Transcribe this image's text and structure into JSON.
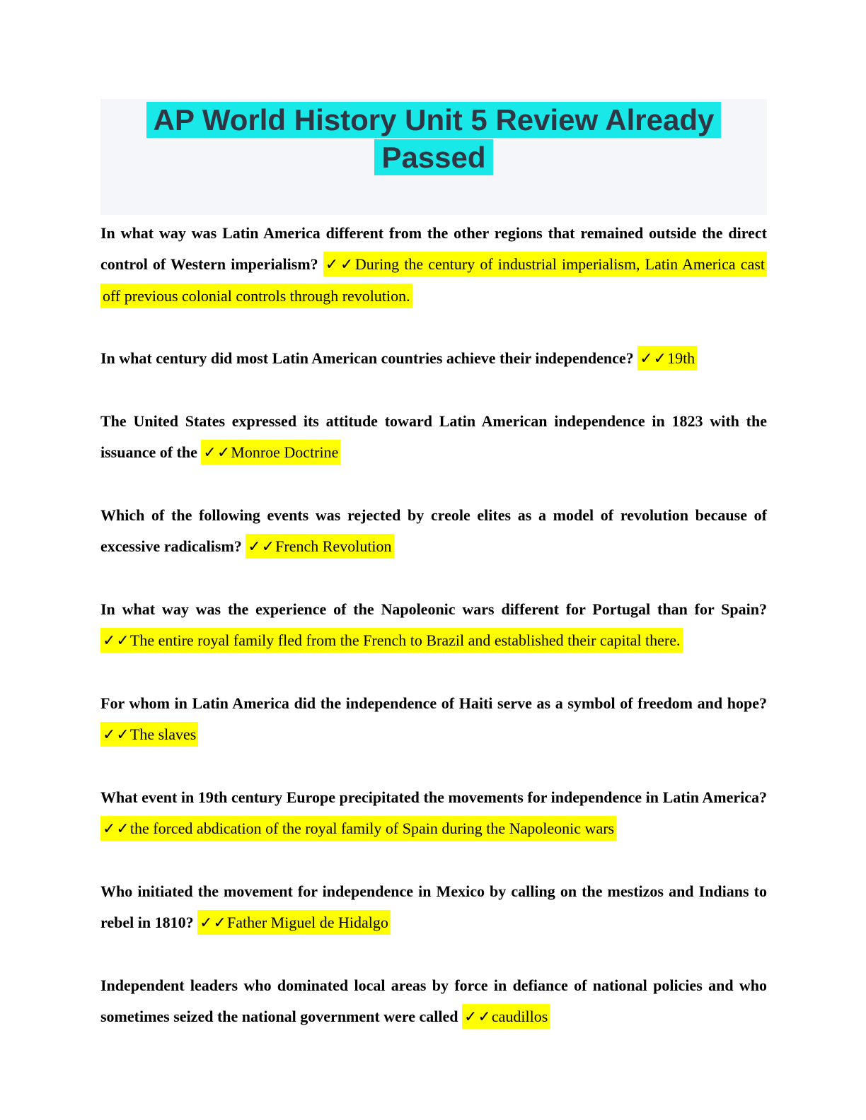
{
  "page": {
    "title": "AP World History Unit 5 Review Already Passed"
  },
  "colors": {
    "title_highlight": "#18e8e8",
    "title_text": "#2e3644",
    "title_block_bg": "#f5f6fa",
    "answer_highlight": "#ffff00"
  },
  "check_marks": "✓✓",
  "qa_items": [
    {
      "question": "In what way was Latin America different from the other regions that remained outside the direct control of Western imperialism?",
      "answer": "During the century of industrial imperialism, Latin America cast off previous colonial controls through revolution."
    },
    {
      "question": "In what century did most Latin American countries achieve their independence?",
      "answer": "19th"
    },
    {
      "question": "The United States expressed its attitude toward Latin American independence in 1823 with the issuance of the",
      "answer": "Monroe Doctrine"
    },
    {
      "question": "Which of the following events was rejected by creole elites as a model of revolution because of excessive radicalism?",
      "answer": "French Revolution"
    },
    {
      "question": "In what way was the experience of the Napoleonic wars different for Portugal than for Spain?",
      "answer": "The entire royal family fled from the French to Brazil and established their capital there."
    },
    {
      "question": "For whom in Latin America did the independence of Haiti serve as a symbol of freedom and hope?",
      "answer": "The slaves"
    },
    {
      "question": "What event in 19th century Europe precipitated the movements for independence in Latin America?",
      "answer": "the forced abdication of the royal family of Spain during the Napoleonic wars"
    },
    {
      "question": "Who initiated the movement for independence in Mexico by calling on the mestizos and Indians to rebel in 1810?",
      "answer": "Father Miguel de Hidalgo"
    },
    {
      "question": "Independent leaders who dominated local areas by force in defiance of national policies and who sometimes seized the national government were called",
      "answer": "caudillos"
    }
  ]
}
